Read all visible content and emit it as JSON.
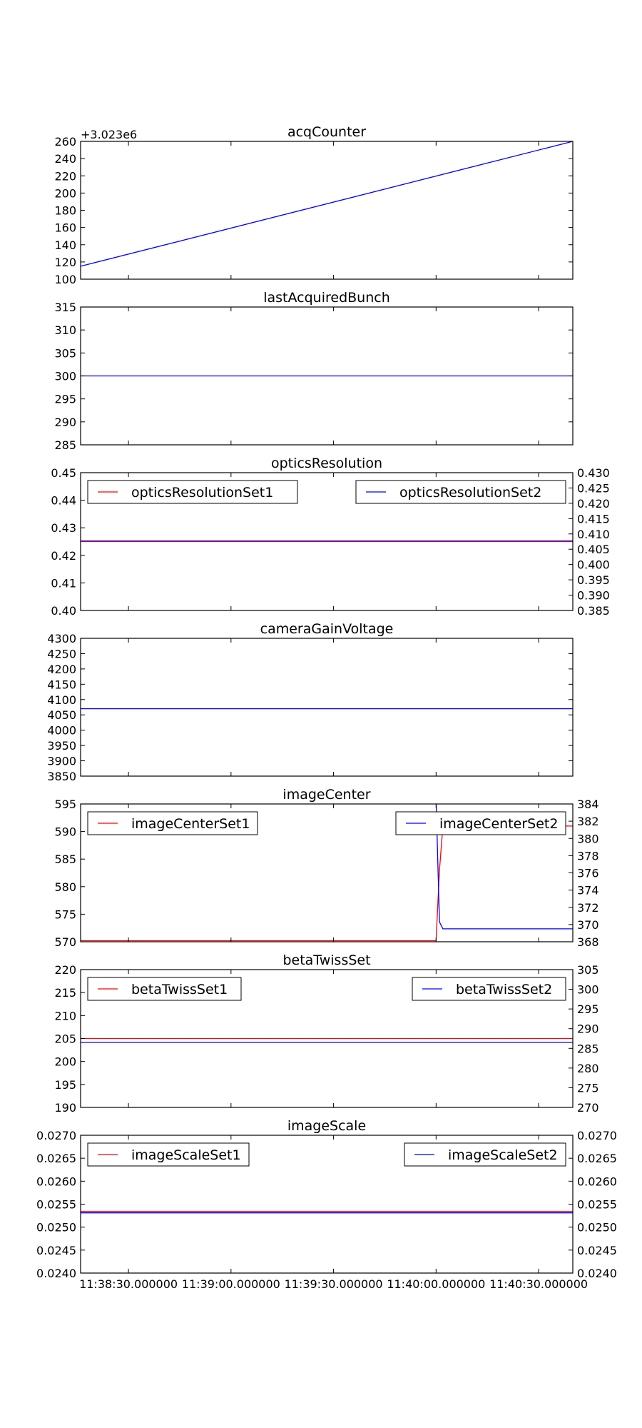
{
  "chart_data": [
    {
      "type": "line",
      "title": "acqCounter",
      "offset_label": "+3.023e6",
      "x": [
        "11:38:16",
        "11:40:40"
      ],
      "ylim": [
        100,
        260
      ],
      "yticks": [
        100,
        120,
        140,
        160,
        180,
        200,
        220,
        240,
        260
      ],
      "ytick_labels": [
        "100",
        "120",
        "140",
        "160",
        "180",
        "200",
        "220",
        "240",
        "260"
      ],
      "series": [
        {
          "color": "#0000ff",
          "x": [
            "11:38:16",
            "11:40:40"
          ],
          "values": [
            115,
            260
          ]
        }
      ]
    },
    {
      "type": "line",
      "title": "lastAcquiredBunch",
      "ylim": [
        285,
        315
      ],
      "yticks": [
        285,
        290,
        295,
        300,
        305,
        310,
        315
      ],
      "ytick_labels": [
        "285",
        "290",
        "295",
        "300",
        "305",
        "310",
        "315"
      ],
      "series": [
        {
          "color": "#0000ff",
          "x": [
            "11:38:16",
            "11:40:40"
          ],
          "values": [
            300,
            300
          ]
        }
      ]
    },
    {
      "type": "line",
      "title": "opticsResolution",
      "ylim": [
        0.4,
        0.45
      ],
      "yticks": [
        0.4,
        0.41,
        0.42,
        0.43,
        0.44,
        0.45
      ],
      "ytick_labels": [
        "0.40",
        "0.41",
        "0.42",
        "0.43",
        "0.44",
        "0.45"
      ],
      "y2lim": [
        0.385,
        0.43
      ],
      "y2ticks": [
        0.385,
        0.39,
        0.395,
        0.4,
        0.405,
        0.41,
        0.415,
        0.42,
        0.425,
        0.43
      ],
      "y2tick_labels": [
        "0.385",
        "0.390",
        "0.395",
        "0.400",
        "0.405",
        "0.410",
        "0.415",
        "0.420",
        "0.425",
        "0.430"
      ],
      "series": [
        {
          "name": "opticsResolutionSet1",
          "color": "#ff0000",
          "axis": "left",
          "x": [
            "11:38:16",
            "11:40:40"
          ],
          "values": [
            0.425,
            0.425
          ]
        },
        {
          "name": "opticsResolutionSet2",
          "color": "#0000ff",
          "axis": "right",
          "x": [
            "11:38:16",
            "11:40:40"
          ],
          "values": [
            0.4077,
            0.4077
          ]
        }
      ],
      "legend_left": "opticsResolutionSet1",
      "legend_right": "opticsResolutionSet2"
    },
    {
      "type": "line",
      "title": "cameraGainVoltage",
      "ylim": [
        3850,
        4300
      ],
      "yticks": [
        3850,
        3900,
        3950,
        4000,
        4050,
        4100,
        4150,
        4200,
        4250,
        4300
      ],
      "ytick_labels": [
        "3850",
        "3900",
        "3950",
        "4000",
        "4050",
        "4100",
        "4150",
        "4200",
        "4250",
        "4300"
      ],
      "series": [
        {
          "color": "#0000ff",
          "x": [
            "11:38:16",
            "11:40:40"
          ],
          "values": [
            4070,
            4070
          ]
        }
      ]
    },
    {
      "type": "line",
      "title": "imageCenter",
      "ylim": [
        570,
        595
      ],
      "yticks": [
        570,
        575,
        580,
        585,
        590,
        595
      ],
      "ytick_labels": [
        "570",
        "575",
        "580",
        "585",
        "590",
        "595"
      ],
      "y2lim": [
        368,
        384
      ],
      "y2ticks": [
        368,
        370,
        372,
        374,
        376,
        378,
        380,
        382,
        384
      ],
      "y2tick_labels": [
        "368",
        "370",
        "372",
        "374",
        "376",
        "378",
        "380",
        "382",
        "384"
      ],
      "series": [
        {
          "name": "imageCenterSet1",
          "color": "#ff0000",
          "axis": "left",
          "x": [
            "11:38:16",
            "11:40:00",
            "11:40:01",
            "11:40:02",
            "11:40:40"
          ],
          "values": [
            570.2,
            570.2,
            583,
            591,
            591
          ]
        },
        {
          "name": "imageCenterSet2",
          "color": "#0000ff",
          "axis": "right",
          "x": [
            "11:38:16",
            "11:40:00",
            "11:40:01",
            "11:40:02",
            "11:40:40"
          ],
          "values": [
            384.5,
            384.5,
            370.3,
            369.5,
            369.5
          ]
        }
      ],
      "legend_left": "imageCenterSet1",
      "legend_right": "imageCenterSet2"
    },
    {
      "type": "line",
      "title": "betaTwissSet",
      "ylim": [
        190,
        220
      ],
      "yticks": [
        190,
        195,
        200,
        205,
        210,
        215,
        220
      ],
      "ytick_labels": [
        "190",
        "195",
        "200",
        "205",
        "210",
        "215",
        "220"
      ],
      "y2lim": [
        270,
        305
      ],
      "y2ticks": [
        270,
        275,
        280,
        285,
        290,
        295,
        300,
        305
      ],
      "y2tick_labels": [
        "270",
        "275",
        "280",
        "285",
        "290",
        "295",
        "300",
        "305"
      ],
      "series": [
        {
          "name": "betaTwissSet1",
          "color": "#ff0000",
          "axis": "left",
          "x": [
            "11:38:16",
            "11:40:40"
          ],
          "values": [
            205.0,
            205.0
          ]
        },
        {
          "name": "betaTwissSet2",
          "color": "#0000ff",
          "axis": "right",
          "x": [
            "11:38:16",
            "11:40:40"
          ],
          "values": [
            286.5,
            286.5
          ]
        }
      ],
      "legend_left": "betaTwissSet1",
      "legend_right": "betaTwissSet2"
    },
    {
      "type": "line",
      "title": "imageScale",
      "ylim": [
        0.024,
        0.027
      ],
      "yticks": [
        0.024,
        0.0245,
        0.025,
        0.0255,
        0.026,
        0.0265,
        0.027
      ],
      "ytick_labels": [
        "0.0240",
        "0.0245",
        "0.0250",
        "0.0255",
        "0.0260",
        "0.0265",
        "0.0270"
      ],
      "y2lim": [
        0.024,
        0.027
      ],
      "y2ticks": [
        0.024,
        0.0245,
        0.025,
        0.0255,
        0.026,
        0.0265,
        0.027
      ],
      "y2tick_labels": [
        "0.0240",
        "0.0245",
        "0.0250",
        "0.0255",
        "0.0260",
        "0.0265",
        "0.0270"
      ],
      "xtick_labels": [
        "11:38:30.000000",
        "11:39:00.000000",
        "11:39:30.000000",
        "11:40:00.000000",
        "11:40:30.000000"
      ],
      "series": [
        {
          "name": "imageScaleSet1",
          "color": "#ff0000",
          "axis": "left",
          "x": [
            "11:38:16",
            "11:40:40"
          ],
          "values": [
            0.02534,
            0.02534
          ]
        },
        {
          "name": "imageScaleSet2",
          "color": "#0000ff",
          "axis": "right",
          "x": [
            "11:38:16",
            "11:40:40"
          ],
          "values": [
            0.02531,
            0.02531
          ]
        }
      ],
      "legend_left": "imageScaleSet1",
      "legend_right": "imageScaleSet2"
    }
  ],
  "shared_x": {
    "type": "time",
    "xlim": [
      "11:38:16",
      "11:40:40"
    ],
    "xticks": [
      "11:38:30",
      "11:39:00",
      "11:39:30",
      "11:40:00",
      "11:40:30"
    ],
    "grid": false
  }
}
